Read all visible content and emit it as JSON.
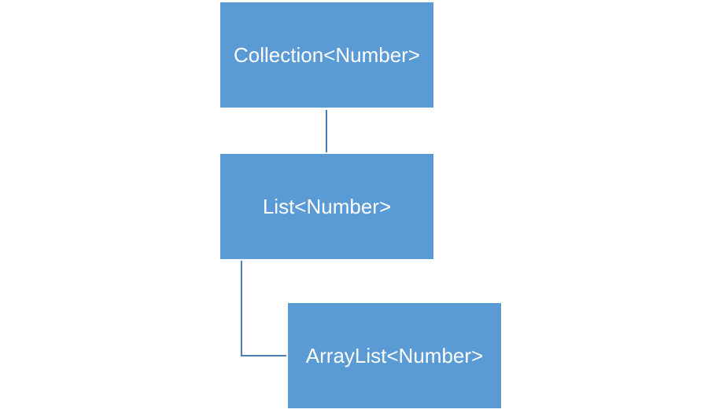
{
  "diagram": {
    "nodes": [
      {
        "id": "collection",
        "label": "Collection<Number>"
      },
      {
        "id": "list",
        "label": "List<Number>"
      },
      {
        "id": "arraylist",
        "label": "ArrayList<Number>"
      }
    ],
    "edges": [
      {
        "from": "collection",
        "to": "list"
      },
      {
        "from": "list",
        "to": "arraylist"
      }
    ],
    "colors": {
      "node_fill": "#5b9bd5",
      "node_text": "#ffffff",
      "connector": "#4a7ebb"
    }
  }
}
